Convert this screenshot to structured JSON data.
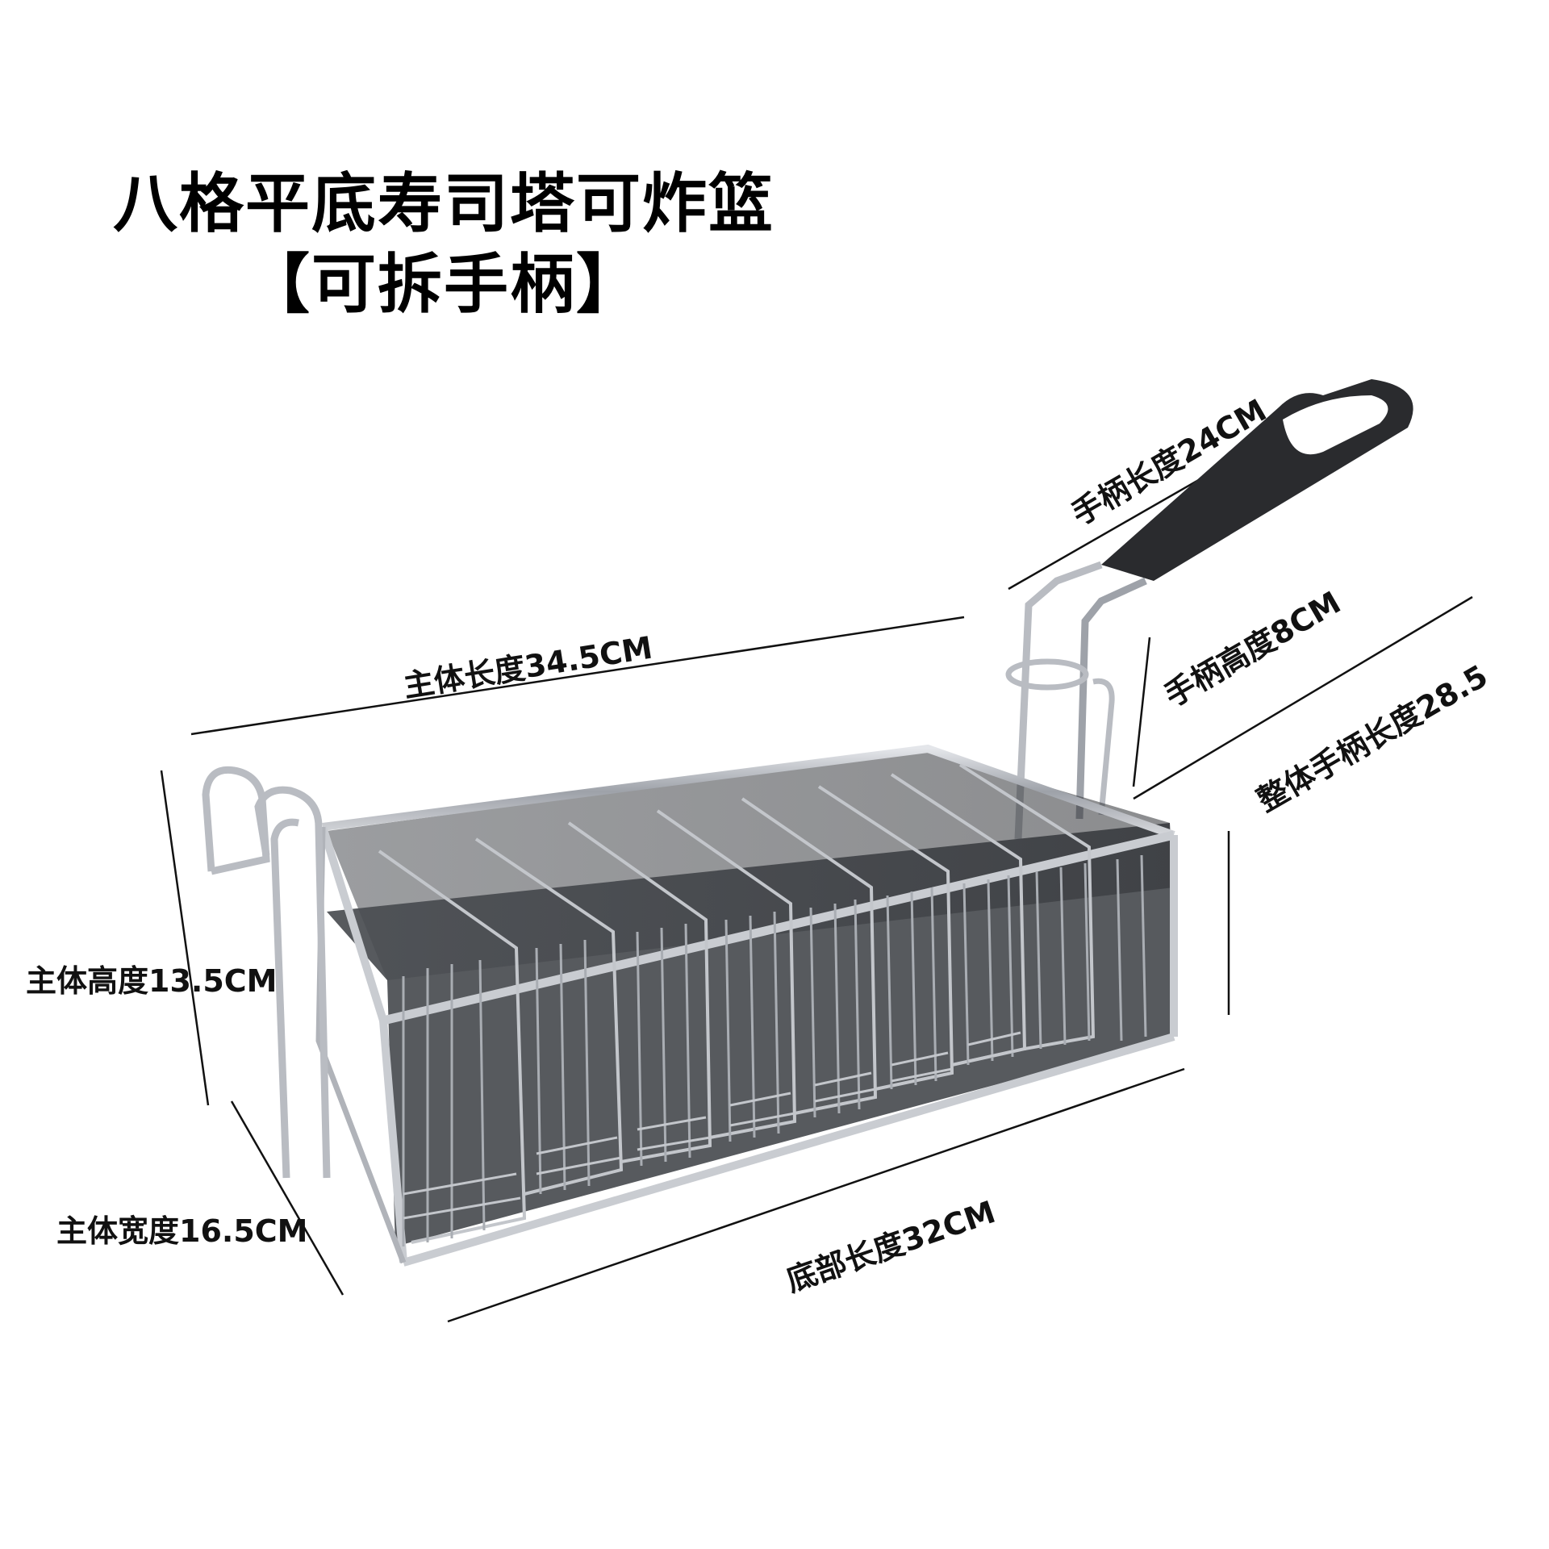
{
  "title": {
    "line1": "八格平底寿司塔可炸篮",
    "line2": "【可拆手柄】"
  },
  "dimensions": {
    "handle_length": "手柄长度24CM",
    "handle_height": "手柄高度8CM",
    "overall_handle_length": "整体手柄长度28.5",
    "body_length": "主体长度34.5CM",
    "body_height": "主体高度13.5CM",
    "body_width": "主体宽度16.5CM",
    "bottom_length": "底部长度32CM"
  },
  "colors": {
    "wire": "#b9bcc2",
    "wire_dark": "#6f747c",
    "handle_grip": "#2a2b2e",
    "dimension_line": "#111111"
  }
}
